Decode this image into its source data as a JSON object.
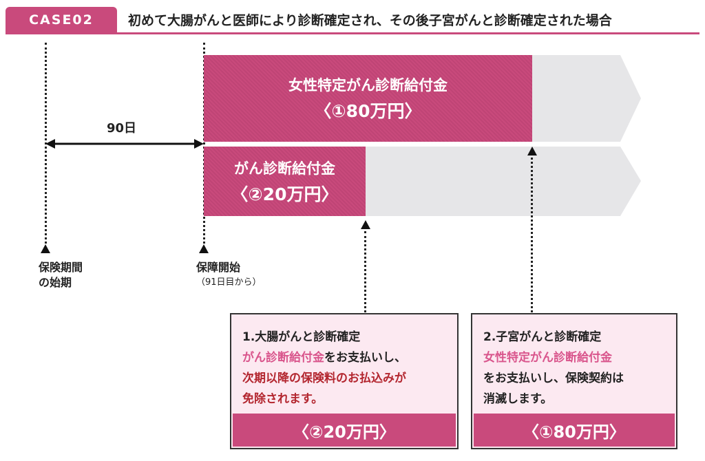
{
  "header": {
    "case_label": "CASE02",
    "title": "初めて大腸がんと医師により診断確定され、その後子宮がんと診断確定された場合"
  },
  "timeline": {
    "period_label": "90日",
    "start_label_1": "保険期間",
    "start_label_2": "の始期",
    "coverage_label": "保障開始",
    "coverage_note": "（91日目から）"
  },
  "bars": [
    {
      "name": "女性特定がん診断給付金",
      "amount": "〈①80万円〉",
      "fill_fraction": 0.75
    },
    {
      "name": "がん診断給付金",
      "amount": "〈②20万円〉",
      "fill_fraction": 0.37
    }
  ],
  "boxes": [
    {
      "heading": "1.大腸がんと診断確定",
      "highlight": "がん診断給付金",
      "text_after_highlight": "をお支払いし、",
      "red_line_1": "次期以降の保険料のお払込みが",
      "red_line_2": "免除されます。",
      "amount": "〈②20万円〉"
    },
    {
      "heading": "2.子宮がんと診断確定",
      "highlight": "女性特定がん診断給付金",
      "line_3": "をお支払いし、保険契約は",
      "line_4": "消滅します。",
      "amount": "〈①80万円〉"
    }
  ],
  "colors": {
    "accent": "#c94a7c",
    "gray_bar": "#e6e6e8",
    "box_bg": "#fce9f1",
    "red_text": "#b3262f"
  }
}
